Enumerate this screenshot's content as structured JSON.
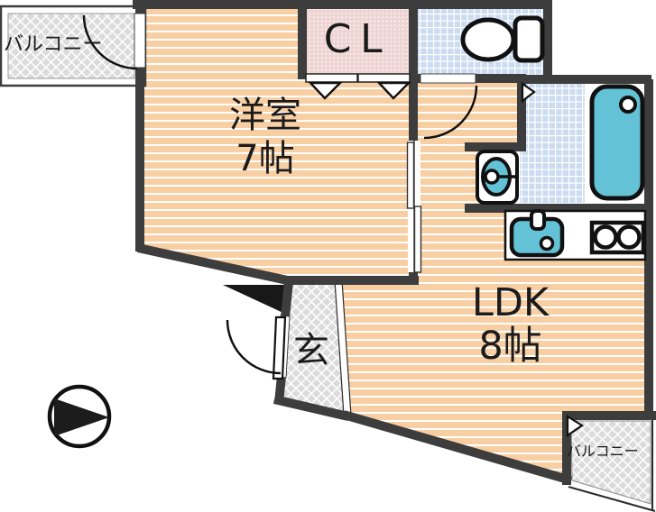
{
  "plan": {
    "type": "apartment-floor-plan",
    "rooms": {
      "western_room": {
        "name": "洋室",
        "size": "7帖"
      },
      "ldk": {
        "name": "LDK",
        "size": "8帖"
      },
      "closet": {
        "label": "CL"
      },
      "entrance": {
        "label": "玄"
      },
      "balcony_top_left": {
        "label": "バルコニー"
      },
      "balcony_bottom_right": {
        "label": "バルコニー"
      }
    },
    "icons": {
      "toilet": "toilet-icon",
      "bathtub": "bathtub-icon",
      "washbasin": "washbasin-icon",
      "kitchen_sink": "kitchen-sink-icon",
      "stove": "stove-two-burner-icon",
      "compass": "north-arrow-compass-icon",
      "swing_doors": "door-swing-arc-icon",
      "sliding_door": "sliding-door-icon",
      "closet_doors": "closet-double-door-icon",
      "folding_door": "folding-door-triangle-icon"
    },
    "colors": {
      "floor_peach": "#f8cfa3",
      "wall_dark": "#3d3d3d",
      "tile_blue": "#ccdcf0",
      "fixture_teal": "#64c2d7",
      "closet_pink": "#eed5d3",
      "balcony_gray": "#dbdbdb",
      "dead_space_black": "#181818"
    }
  }
}
